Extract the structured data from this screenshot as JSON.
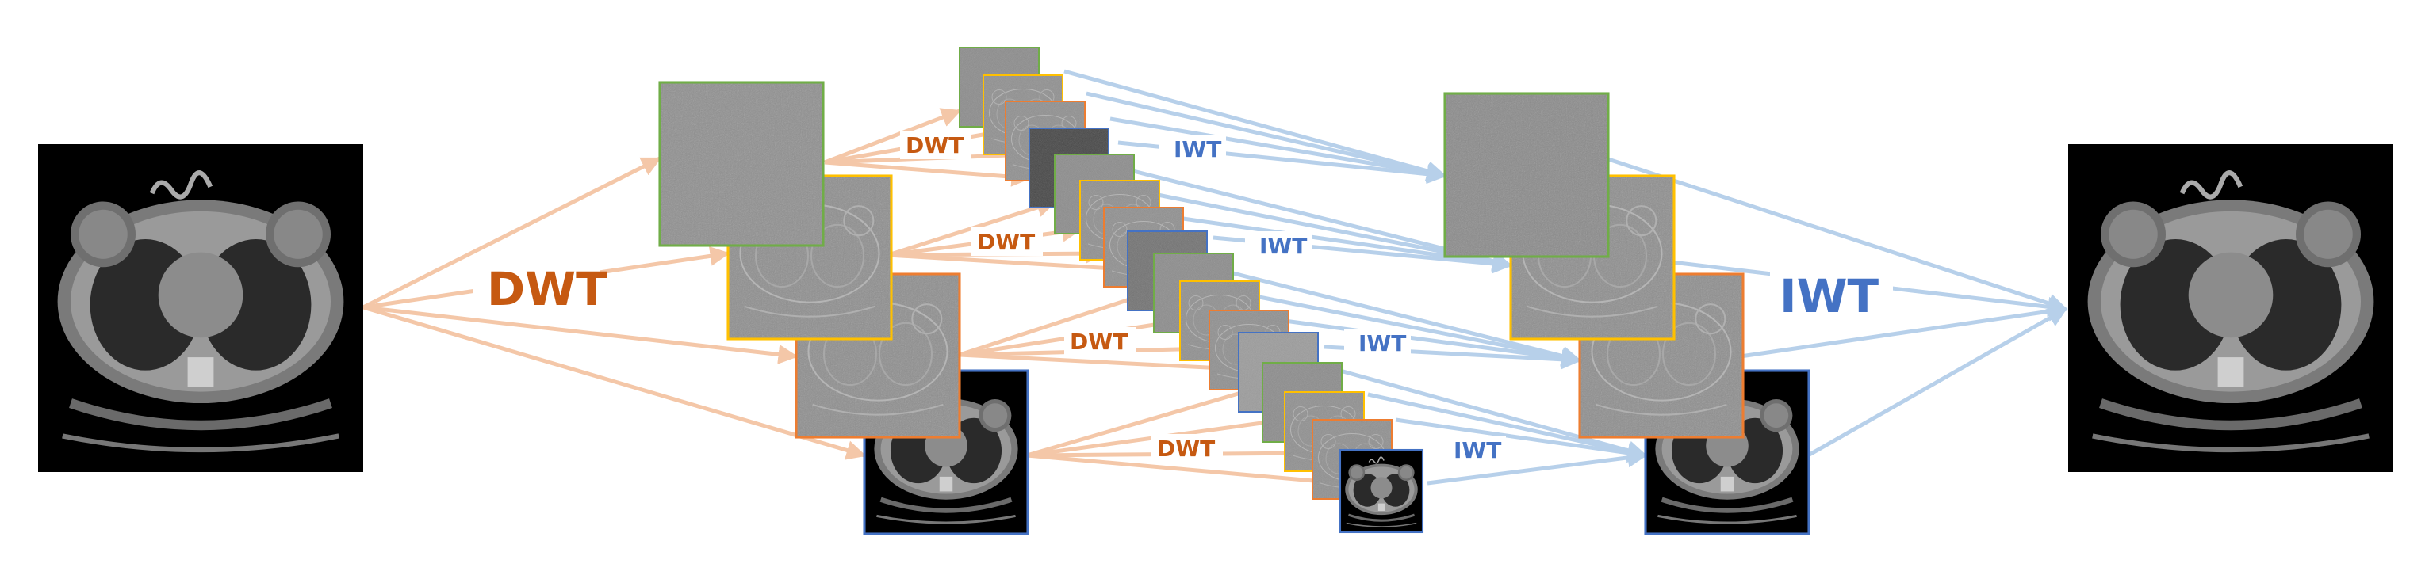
{
  "labels": {
    "dwt_main": "DWT",
    "iwt_main": "IWT",
    "dwt_sub1": "DWT",
    "dwt_sub2": "DWT",
    "dwt_sub3": "DWT",
    "dwt_sub4": "DWT",
    "iwt_sub1": "IWT",
    "iwt_sub2": "IWT",
    "iwt_sub3": "IWT",
    "iwt_sub4": "IWT"
  },
  "colors": {
    "dwt_text": "#c65911",
    "iwt_text": "#4472c4",
    "dwt_arrow": "#f4c7a8",
    "iwt_arrow": "#b7d0ea",
    "border_green": "#70ad47",
    "border_yellow": "#ffc000",
    "border_orange": "#ed7d31",
    "border_blue": "#4472c4"
  }
}
